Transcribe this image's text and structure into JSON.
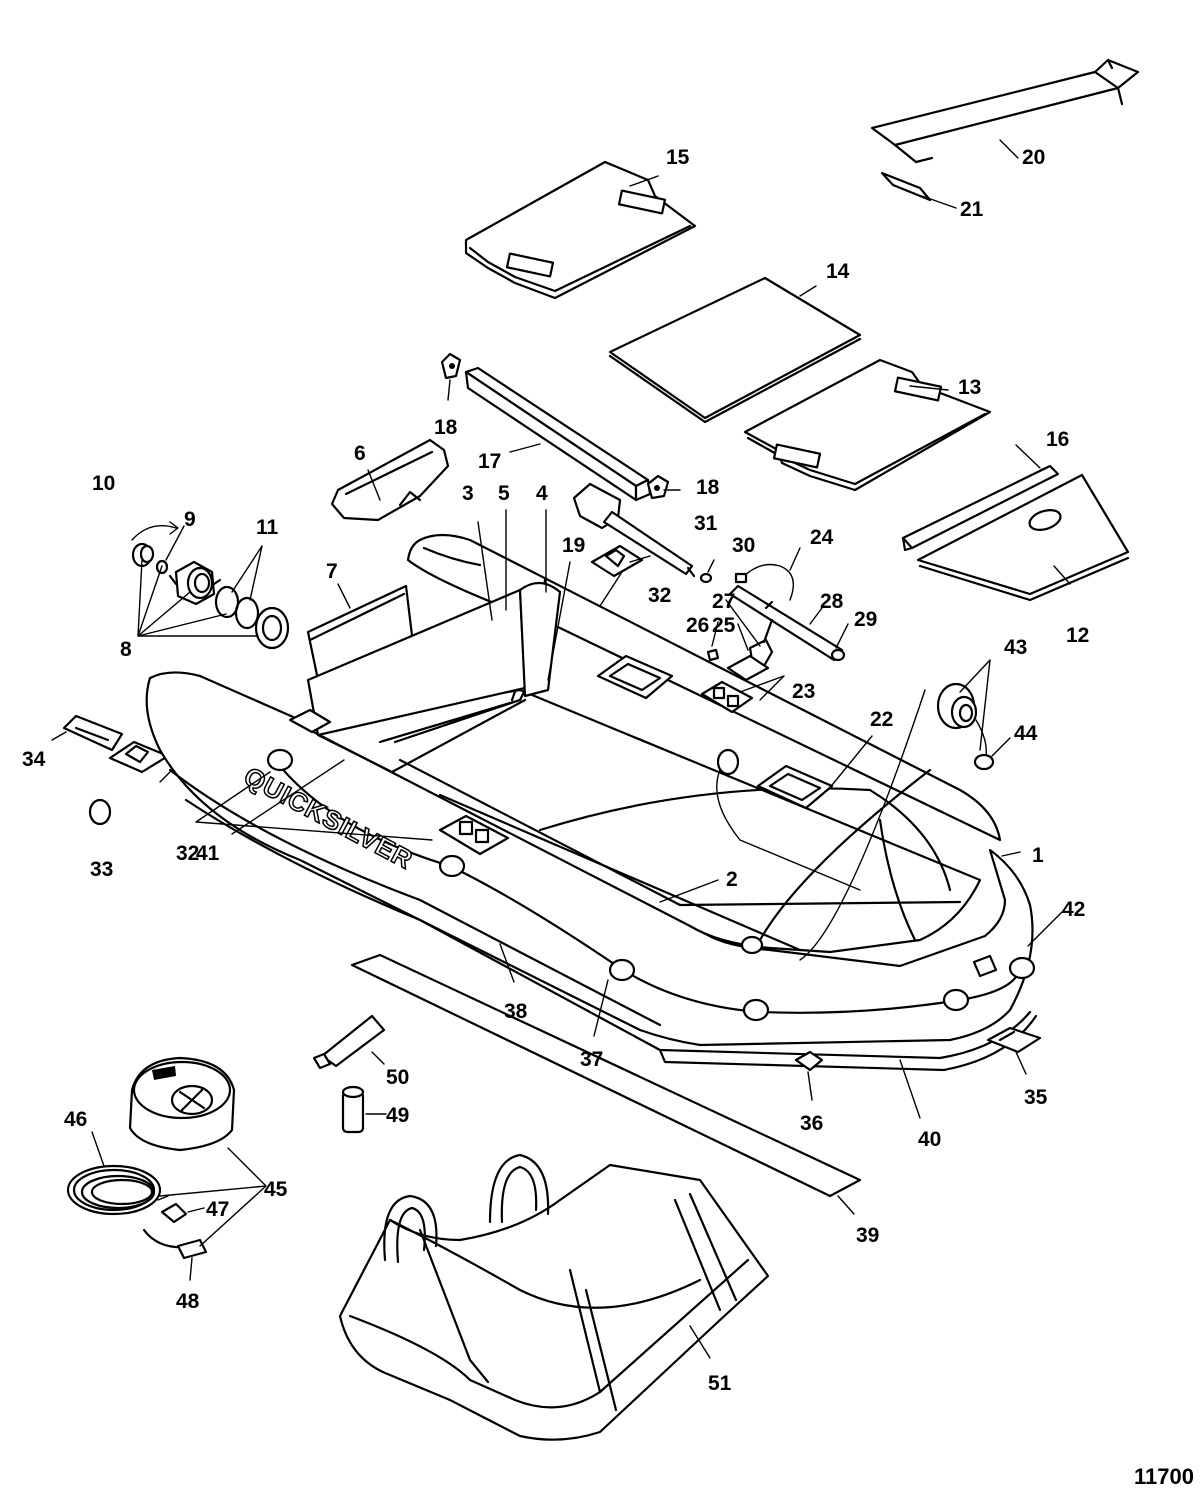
{
  "brand_text": "QUICKSILVER",
  "figure_code": "11700",
  "callouts": {
    "c1": "1",
    "c2": "2",
    "c3": "3",
    "c4": "4",
    "c5": "5",
    "c6": "6",
    "c7": "7",
    "c8": "8",
    "c9": "9",
    "c10": "10",
    "c11": "11",
    "c12": "12",
    "c13": "13",
    "c14": "14",
    "c15": "15",
    "c16": "16",
    "c17": "17",
    "c18a": "18",
    "c18b": "18",
    "c19": "19",
    "c20": "20",
    "c21": "21",
    "c22": "22",
    "c23": "23",
    "c24": "24",
    "c25": "25",
    "c26": "26",
    "c27": "27",
    "c28": "28",
    "c29": "29",
    "c30": "30",
    "c31": "31",
    "c32a": "32",
    "c32b": "32",
    "c33": "33",
    "c34": "34",
    "c35": "35",
    "c36": "36",
    "c37": "37",
    "c38": "38",
    "c39": "39",
    "c40": "40",
    "c41": "41",
    "c42": "42",
    "c43": "43",
    "c44": "44",
    "c45": "45",
    "c46": "46",
    "c47": "47",
    "c48": "48",
    "c49": "49",
    "c50": "50",
    "c51": "51"
  }
}
